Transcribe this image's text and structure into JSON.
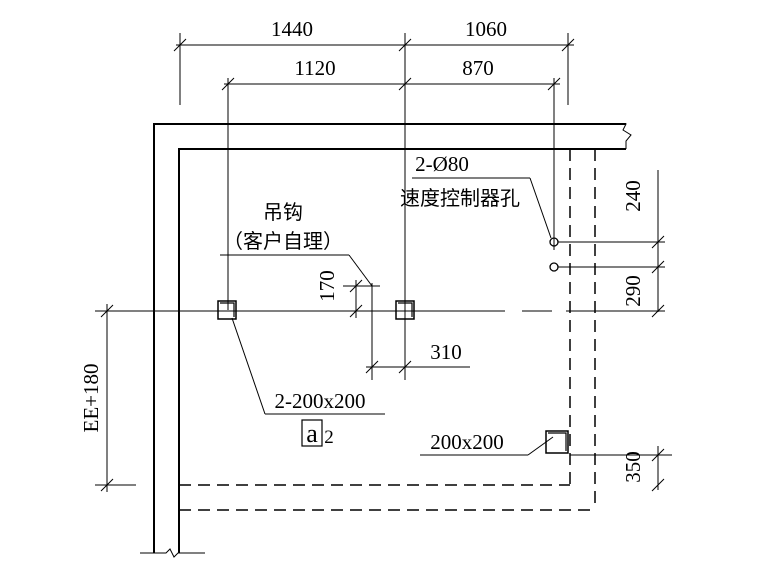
{
  "dimensions": {
    "top_left": "1440",
    "top_right": "1060",
    "second_left": "1120",
    "second_right": "870",
    "hook_vertical": "170",
    "hook_offset": "310",
    "right_upper": "240",
    "right_middle": "290",
    "right_lower": "350",
    "left_side": "EE+180"
  },
  "labels": {
    "hook_title": "吊钩",
    "hook_note": "（客户自理）",
    "holes_count": "2-Ø80",
    "holes_desc": "速度控制器孔",
    "openings_left": "2-200x200",
    "opening_right": "200x200",
    "detail_letter": "a",
    "detail_number": "2"
  },
  "colors": {
    "line": "#000000",
    "background": "#ffffff"
  }
}
